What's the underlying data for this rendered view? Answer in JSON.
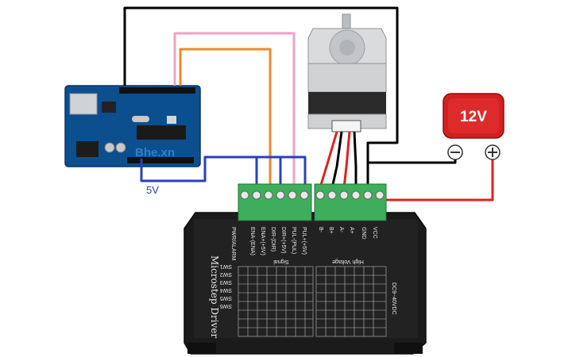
{
  "arduino": {
    "watermark": "Bhe.xn"
  },
  "supply": {
    "voltage_label": "12V",
    "negative_symbol": "⊖",
    "positive_symbol": "⊕",
    "wire_colors": {
      "positive": "#e02020",
      "negative": "#000000"
    }
  },
  "logic_supply": {
    "label": "5V"
  },
  "wires": {
    "black": "#000000",
    "pink": "#f4a0c8",
    "orange": "#f08a20",
    "blue": "#2a3fbf",
    "red": "#e02020"
  },
  "driver": {
    "title": "Microstep Driver",
    "signal_terminals": [
      "PUL+(+5V)",
      "PUL-(PUL)",
      "DIR+(+5V)",
      "DIR-(DIR)",
      "ENA+(+5V)",
      "ENA-(ENA)"
    ],
    "alarm_label": "PWR/ALARM",
    "signal_group_label": "Signal",
    "power_terminals": [
      "VCC",
      "GND",
      "A+",
      "A-",
      "B+",
      "B-"
    ],
    "power_group_label": "High Voltage",
    "voltage_range": "DC9~40VDC",
    "switch_labels": [
      "SW1",
      "SW2",
      "SW3",
      "SW4",
      "SW5",
      "SW6"
    ]
  }
}
